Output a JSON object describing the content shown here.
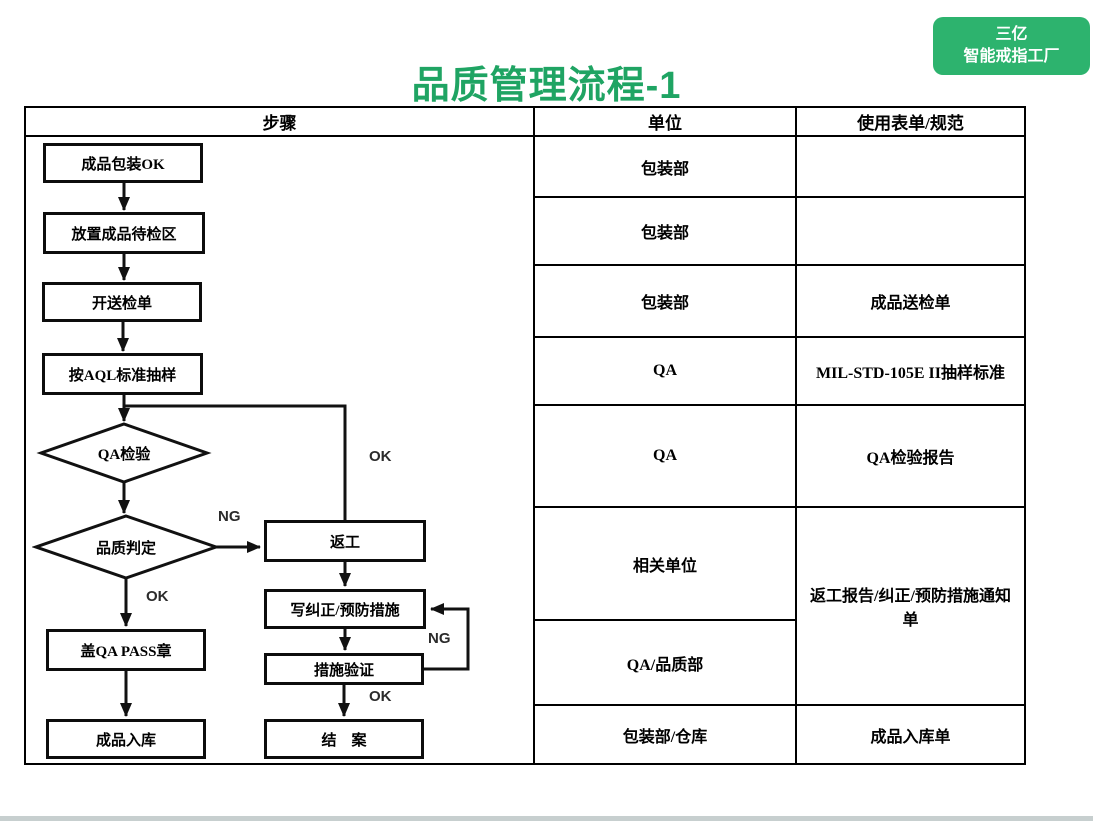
{
  "badge": {
    "line1": "三亿",
    "line2": "智能戒指工厂"
  },
  "title": "品质管理流程-1",
  "table": {
    "headers": [
      "步骤",
      "单位",
      "使用表单/规范"
    ],
    "rows": [
      {
        "unit": "包装部",
        "form": ""
      },
      {
        "unit": "包装部",
        "form": ""
      },
      {
        "unit": "包装部",
        "form": "成品送检单"
      },
      {
        "unit": "QA",
        "form": "MIL-STD-105E II抽样标准"
      },
      {
        "unit": "QA",
        "form": "QA检验报告"
      },
      {
        "unit": "相关单位",
        "form": "返工报告/纠正/预防措施通知单"
      },
      {
        "unit": "QA/品质部"
      },
      {
        "unit": "包装部/仓库",
        "form": "成品入库单"
      }
    ]
  },
  "flow": {
    "nodes": {
      "pack_ok": "成品包装OK",
      "staging": "放置成品待检区",
      "send_inspect": "开送检单",
      "aql": "按AQL标准抽样",
      "qa_inspect": "QA检验",
      "judge": "品质判定",
      "pass_stamp": "盖QA PASS章",
      "warehouse": "成品入库",
      "rework": "返工",
      "corrective": "写纠正/预防措施",
      "verify": "措施验证",
      "close": "结　案"
    },
    "labels": {
      "reinspect_ok": "OK",
      "judge_ng": "NG",
      "judge_ok": "OK",
      "verify_ng": "NG",
      "verify_ok": "OK"
    }
  },
  "colors": {
    "title_green": "#1fa463",
    "badge_green": "#2db36e",
    "footer_bar": "#c7cfcf",
    "line_black": "#111111"
  }
}
